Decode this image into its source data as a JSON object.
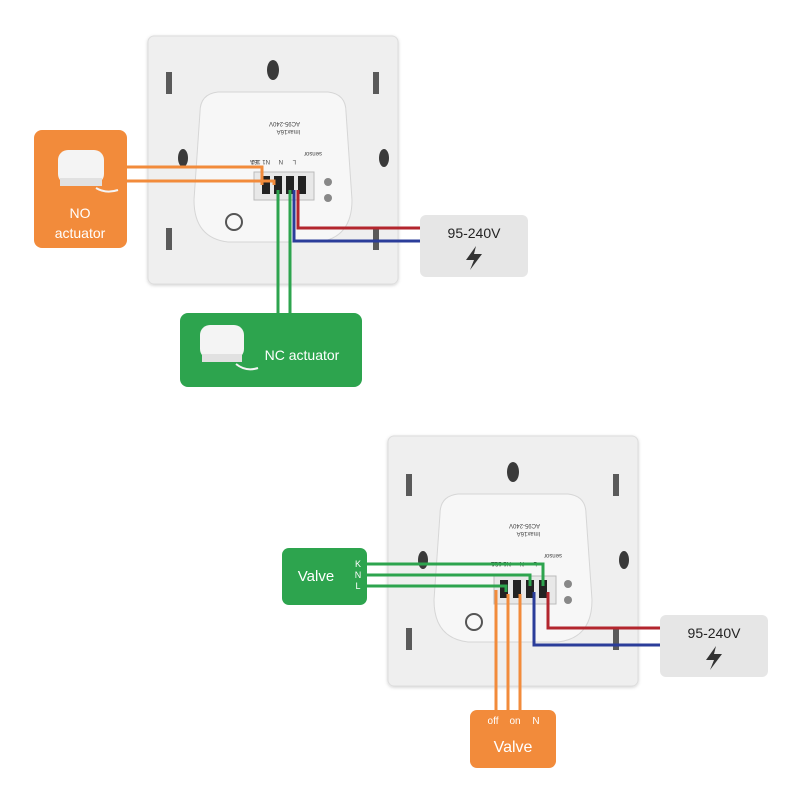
{
  "diagram_top": {
    "no_actuator": {
      "label_line1": "NO",
      "label_line2": "actuator"
    },
    "nc_actuator": {
      "label": "NC actuator"
    },
    "power": {
      "label": "95-240V"
    }
  },
  "diagram_bottom": {
    "valve_left": {
      "label": "Valve",
      "terminals": [
        "K",
        "N",
        "L"
      ]
    },
    "valve_bottom": {
      "label": "Valve",
      "terminals": [
        "off",
        "on",
        "N"
      ]
    },
    "power": {
      "label": "95-240V"
    }
  },
  "module_print": {
    "rating": "lmax16A",
    "voltage": "AC95-240V",
    "sensor": "sensor",
    "terminals": [
      "L1",
      "N1 16A",
      "N",
      "L"
    ]
  },
  "colors": {
    "orange": "#F28B3B",
    "green": "#2DA44E",
    "red": "#B3262E",
    "blue": "#2B3D9A",
    "panel": "#EFEFEF",
    "power_box": "#E6E6E6"
  }
}
